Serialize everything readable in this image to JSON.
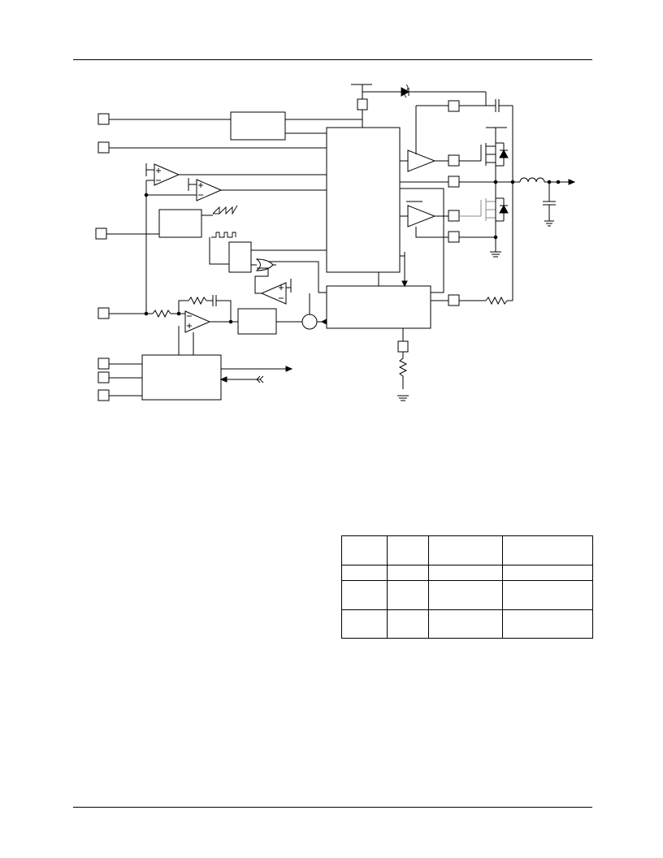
{
  "document": {
    "colors": {
      "ink": "#000000",
      "muted_gate": "#888888",
      "background": "#ffffff"
    }
  },
  "diagram": {
    "pins": [
      "pin-left-1",
      "pin-left-2",
      "pin-left-3",
      "pin-left-4",
      "pin-left-5",
      "pin-left-6",
      "pin-left-7",
      "pin-top-vin",
      "pin-right-boot",
      "pin-right-hdrv",
      "pin-right-sw",
      "pin-right-ldrv",
      "pin-right-pgnd",
      "pin-right-sense",
      "pin-bottom"
    ],
    "blocks": [
      "upper-left-block",
      "control-logic-block",
      "oscillator-block",
      "latch-block",
      "error-amp-comp-block",
      "bottom-logic-block",
      "lower-left-block"
    ],
    "icons": [
      "top-diode",
      "top-high-mosfet",
      "low-mosfet",
      "output-inductor",
      "output-capacitor",
      "ground-symbols",
      "comparator-symbols",
      "summing-node",
      "or-gate"
    ]
  },
  "table": {
    "rows": [
      [
        "",
        "",
        "",
        ""
      ],
      [
        "",
        "",
        "",
        ""
      ],
      [
        "",
        "",
        "",
        ""
      ],
      [
        "",
        "",
        "",
        ""
      ]
    ]
  }
}
